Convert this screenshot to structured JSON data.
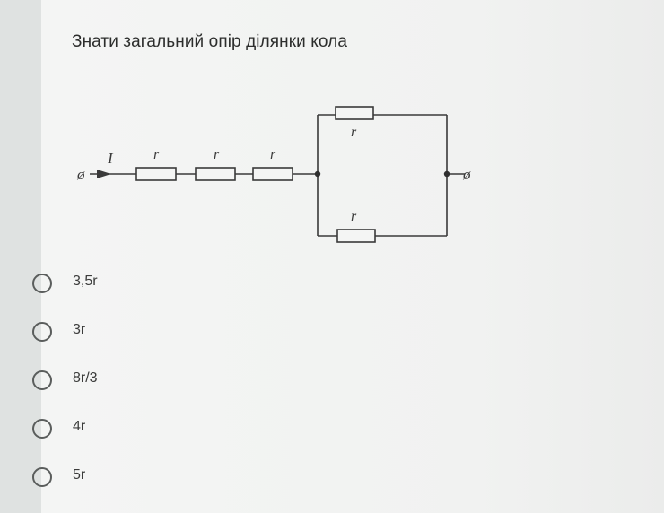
{
  "question": {
    "title": "Знати загальний опір ділянки кола"
  },
  "circuit": {
    "current_label": "I",
    "resistor_labels": [
      "r",
      "r",
      "r",
      "r",
      "r"
    ],
    "terminal_left": "ø",
    "terminal_right": "ø"
  },
  "options": [
    {
      "label": "3,5r",
      "selected": false
    },
    {
      "label": "3r",
      "selected": false
    },
    {
      "label": "8r/3",
      "selected": false
    },
    {
      "label": "4r",
      "selected": false
    },
    {
      "label": "5r",
      "selected": false
    }
  ],
  "colors": {
    "background": "#dfe2e1",
    "card": "#f3f4f3",
    "text": "#2c2d2c",
    "wire": "#3a3a3a"
  }
}
